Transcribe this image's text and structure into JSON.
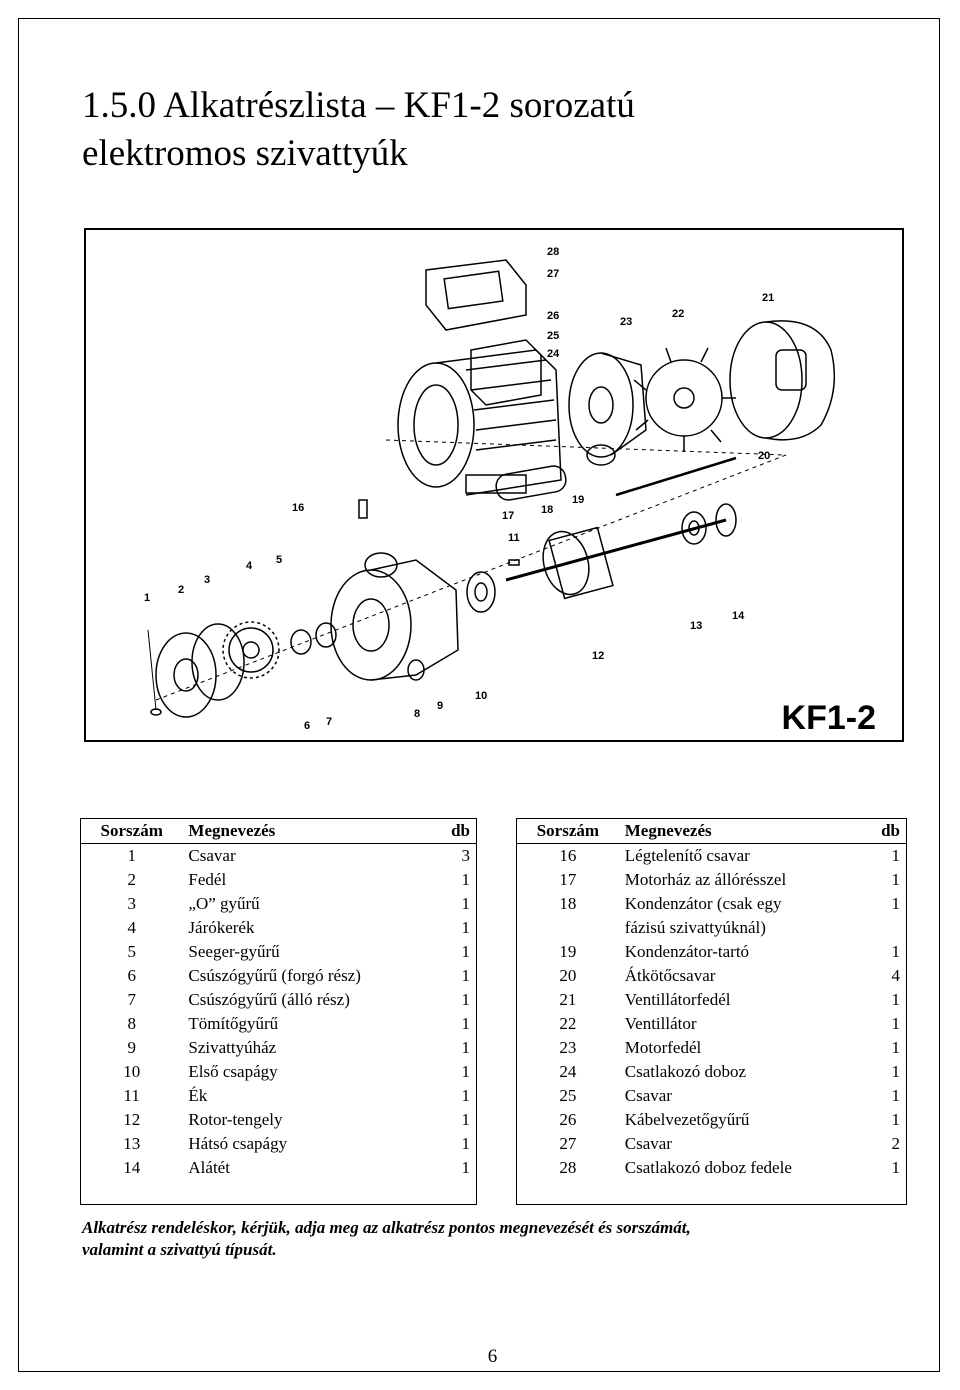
{
  "title": {
    "line1": "1.5.0 Alkatrészlista – KF1-2 sorozatú",
    "line2": "elektromos szivattyúk"
  },
  "figure": {
    "model_label": "KF1-2",
    "callouts": [
      "1",
      "2",
      "3",
      "4",
      "5",
      "6",
      "7",
      "8",
      "9",
      "10",
      "11",
      "12",
      "13",
      "14",
      "16",
      "17",
      "18",
      "19",
      "20",
      "21",
      "22",
      "23",
      "24",
      "25",
      "26",
      "27",
      "28"
    ]
  },
  "table_left": {
    "headers": {
      "num": "Sorszám",
      "name": "Megnevezés",
      "qty": "db"
    },
    "rows": [
      {
        "num": "1",
        "name": "Csavar",
        "qty": "3"
      },
      {
        "num": "2",
        "name": "Fedél",
        "qty": "1"
      },
      {
        "num": "3",
        "name": "„O” gyűrű",
        "qty": "1"
      },
      {
        "num": "4",
        "name": "Járókerék",
        "qty": "1"
      },
      {
        "num": "5",
        "name": "Seeger-gyűrű",
        "qty": "1"
      },
      {
        "num": "6",
        "name": "Csúszógyűrű (forgó rész)",
        "qty": "1"
      },
      {
        "num": "7",
        "name": "Csúszógyűrű (álló rész)",
        "qty": "1"
      },
      {
        "num": "8",
        "name": "Tömítőgyűrű",
        "qty": "1"
      },
      {
        "num": "9",
        "name": "Szivattyúház",
        "qty": "1"
      },
      {
        "num": "10",
        "name": "Első csapágy",
        "qty": "1"
      },
      {
        "num": "11",
        "name": "Ék",
        "qty": "1"
      },
      {
        "num": "12",
        "name": "Rotor-tengely",
        "qty": "1"
      },
      {
        "num": "13",
        "name": "Hátsó csapágy",
        "qty": "1"
      },
      {
        "num": "14",
        "name": "Alátét",
        "qty": "1"
      },
      {
        "num": "",
        "name": "",
        "qty": ""
      }
    ]
  },
  "table_right": {
    "headers": {
      "num": "Sorszám",
      "name": "Megnevezés",
      "qty": "db"
    },
    "rows": [
      {
        "num": "16",
        "name": "Légtelenítő csavar",
        "qty": "1"
      },
      {
        "num": "17",
        "name": "Motorház az állórésszel",
        "qty": "1"
      },
      {
        "num": "18",
        "name": "Kondenzátor (csak egy",
        "qty": "1"
      },
      {
        "num": "",
        "name": "fázisú szivattyúknál)",
        "qty": ""
      },
      {
        "num": "19",
        "name": "Kondenzátor-tartó",
        "qty": "1"
      },
      {
        "num": "20",
        "name": "Átkötőcsavar",
        "qty": "4"
      },
      {
        "num": "21",
        "name": "Ventillátorfedél",
        "qty": "1"
      },
      {
        "num": "22",
        "name": "Ventillátor",
        "qty": "1"
      },
      {
        "num": "23",
        "name": "Motorfedél",
        "qty": "1"
      },
      {
        "num": "24",
        "name": "Csatlakozó doboz",
        "qty": "1"
      },
      {
        "num": "25",
        "name": "Csavar",
        "qty": "1"
      },
      {
        "num": "26",
        "name": "Kábelvezetőgyűrű",
        "qty": "1"
      },
      {
        "num": "27",
        "name": "Csavar",
        "qty": "2"
      },
      {
        "num": "28",
        "name": "Csatlakozó doboz fedele",
        "qty": "1"
      },
      {
        "num": "",
        "name": "",
        "qty": ""
      }
    ]
  },
  "note": {
    "line1": "Alkatrész rendeléskor, kérjük, adja meg az alkatrész pontos megnevezését és sorszámát,",
    "line2": "valamint a szivattyú típusát."
  },
  "page_number": "6"
}
